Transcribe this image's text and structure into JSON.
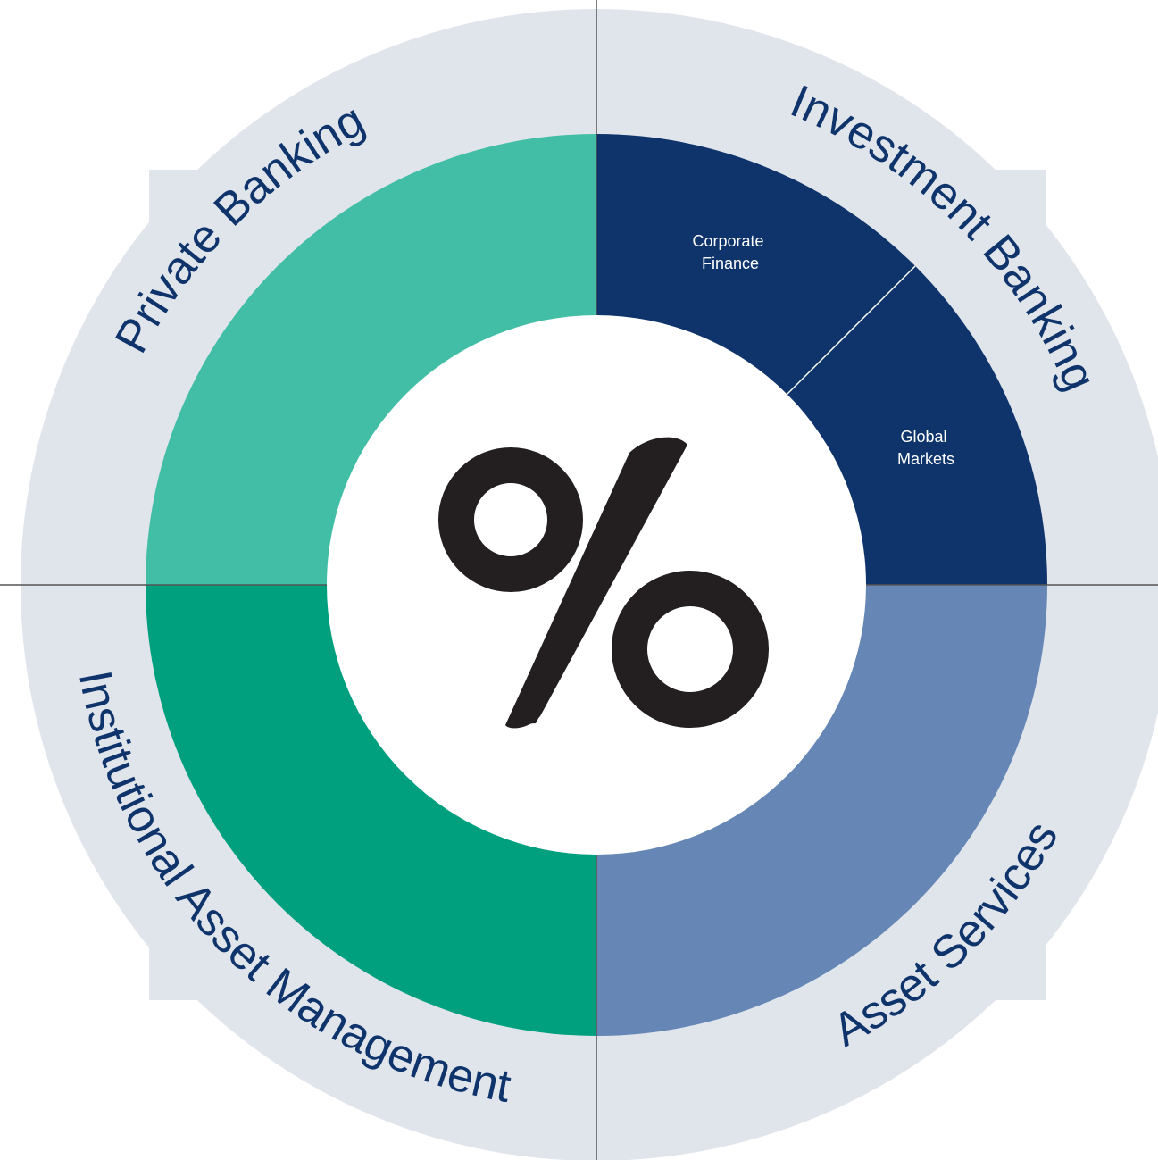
{
  "colors": {
    "outer_ring": "#e0e5ec",
    "private_banking": "#43bea6",
    "investment_banking": "#0f346b",
    "asset_services": "#6687b6",
    "institutional_asset_management": "#00a07f",
    "center": "#ffffff",
    "logo": "#231f20",
    "divider": "#555555",
    "outer_text": "#0f346b",
    "inner_text": "#ffffff"
  },
  "segments": [
    {
      "id": "private-banking",
      "label": "Private Banking",
      "color_key": "private_banking"
    },
    {
      "id": "investment-banking",
      "label": "Investment Banking",
      "color_key": "investment_banking",
      "sub_segments": [
        {
          "id": "corporate-finance",
          "label_lines": [
            "Corporate",
            "Finance"
          ]
        },
        {
          "id": "global-markets",
          "label_lines": [
            "Global",
            "Markets"
          ]
        }
      ]
    },
    {
      "id": "asset-services",
      "label": "Asset Services",
      "color_key": "asset_services"
    },
    {
      "id": "institutional-asset-management",
      "label": "Institutional Asset Management",
      "color_key": "institutional_asset_management"
    }
  ],
  "center_logo": {
    "icon": "percent-logo-icon"
  }
}
